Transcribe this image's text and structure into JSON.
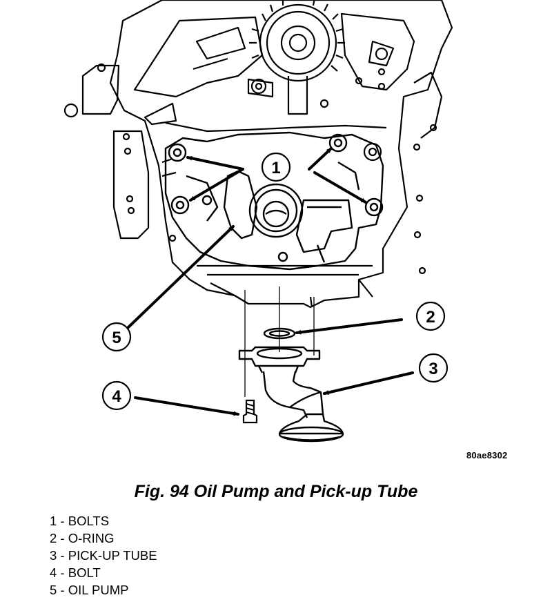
{
  "figure": {
    "reference_code": "80ae8302",
    "callouts": [
      "1",
      "2",
      "3",
      "4",
      "5"
    ]
  },
  "caption": "Fig. 94 Oil Pump and Pick-up Tube",
  "legend": [
    {
      "number": "1",
      "label": "BOLTS"
    },
    {
      "number": "2",
      "label": "O-RING"
    },
    {
      "number": "3",
      "label": "PICK-UP TUBE"
    },
    {
      "number": "4",
      "label": "BOLT"
    },
    {
      "number": "5",
      "label": "OIL PUMP"
    }
  ]
}
